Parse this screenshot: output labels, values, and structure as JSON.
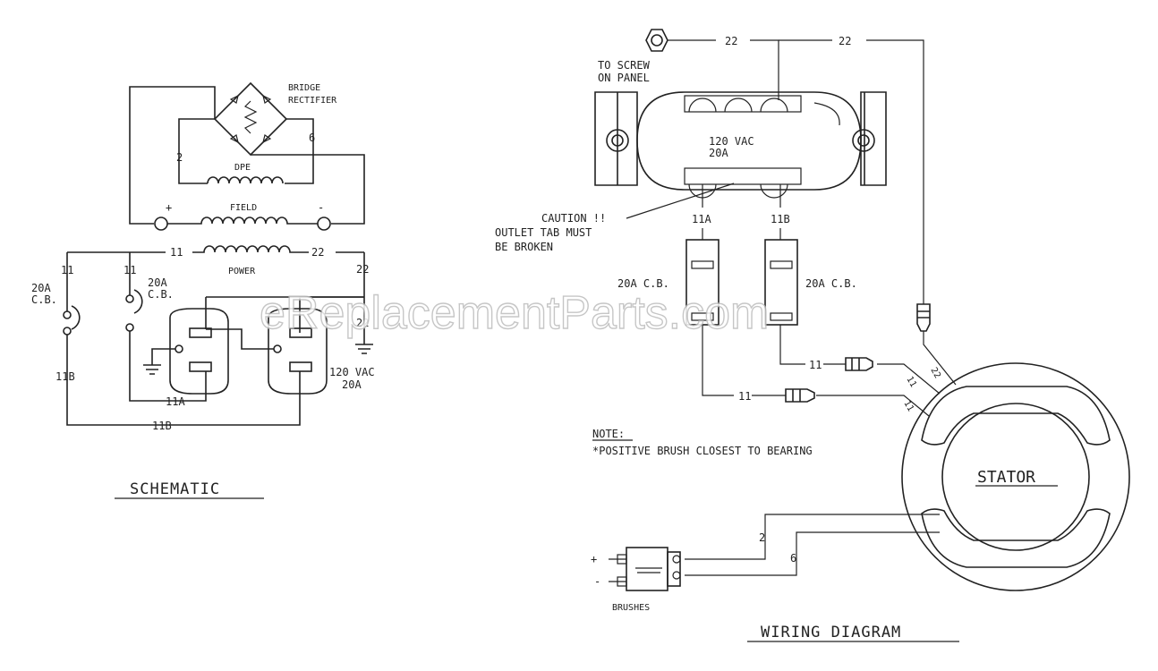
{
  "watermark": "eReplacementParts.com",
  "schematic": {
    "title": "SCHEMATIC",
    "bridge_label_1": "BRIDGE",
    "bridge_label_2": "RECTIFIER",
    "dpe_label": "DPE",
    "field_label": "FIELD",
    "power_label": "POWER",
    "plus": "+",
    "minus": "-",
    "w2": "2",
    "w6": "6",
    "w11": "11",
    "w22": "22",
    "w11a": "11A",
    "w11b": "11B",
    "cb_amp": "20A",
    "cb_unit": "C.B.",
    "outlet_v": "120 VAC",
    "outlet_a": "20A"
  },
  "wiring": {
    "title": "WIRING DIAGRAM",
    "to_screw_1": "TO SCREW",
    "to_screw_2": "ON PANEL",
    "outlet_v": "120 VAC",
    "outlet_a": "20A",
    "caution_1": "CAUTION !!",
    "caution_2": "OUTLET TAB MUST",
    "caution_3": "BE BROKEN",
    "w22": "22",
    "w11": "11",
    "w11a": "11A",
    "w11b": "11B",
    "w2": "2",
    "w6": "6",
    "cb_label": "20A C.B.",
    "note_title": "NOTE:",
    "note_text": "*POSITIVE BRUSH CLOSEST TO BEARING",
    "stator": "STATOR",
    "brushes": "BRUSHES",
    "brush_plus": "+",
    "brush_minus": "-"
  }
}
